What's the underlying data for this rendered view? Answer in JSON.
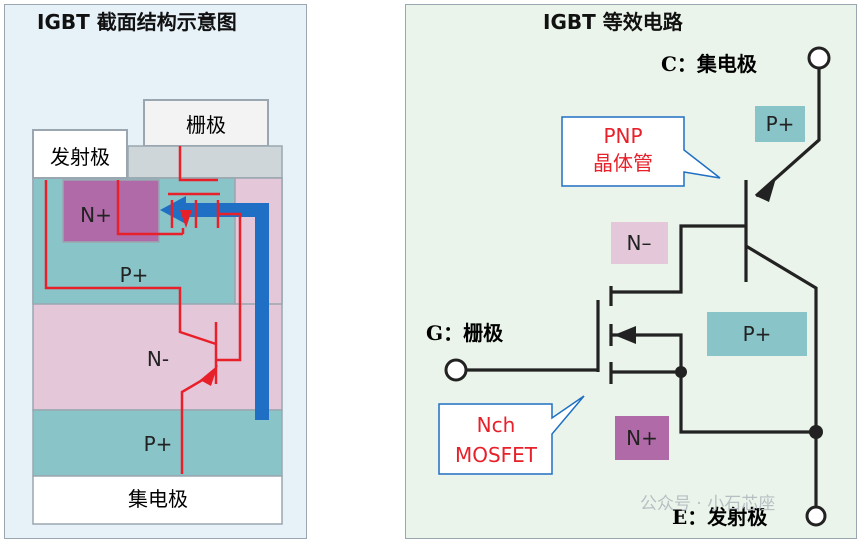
{
  "left": {
    "title": "IGBT 截面结构示意图",
    "gate_label": "栅极",
    "emitter_label": "发射极",
    "collector_label": "集电极",
    "region_n_plus": "N+",
    "region_p_plus_top": "P+",
    "region_n_minus": "N-",
    "region_p_plus_bottom": "P+"
  },
  "right": {
    "title": "IGBT 等效电路",
    "collector_label": "C：集电极",
    "gate_label": "G：栅极",
    "emitter_label": "E：发射极",
    "pnp_callout": [
      "PNP",
      "晶体管"
    ],
    "mosfet_callout": [
      "Nch",
      "MOSFET"
    ],
    "box_p_plus_top": "P+",
    "box_n_minus": "N–",
    "box_p_plus_mid": "P+",
    "box_n_plus": "N+"
  },
  "watermark": "公众号 · 小石芯座",
  "colors": {
    "red": "#e8202a",
    "blue": "#1f6fc4",
    "teal": "#89c4c9",
    "pink": "#e4c7d9",
    "magenta": "#b06aa8",
    "gray": "#cfd6d9",
    "wire": "#222222"
  }
}
